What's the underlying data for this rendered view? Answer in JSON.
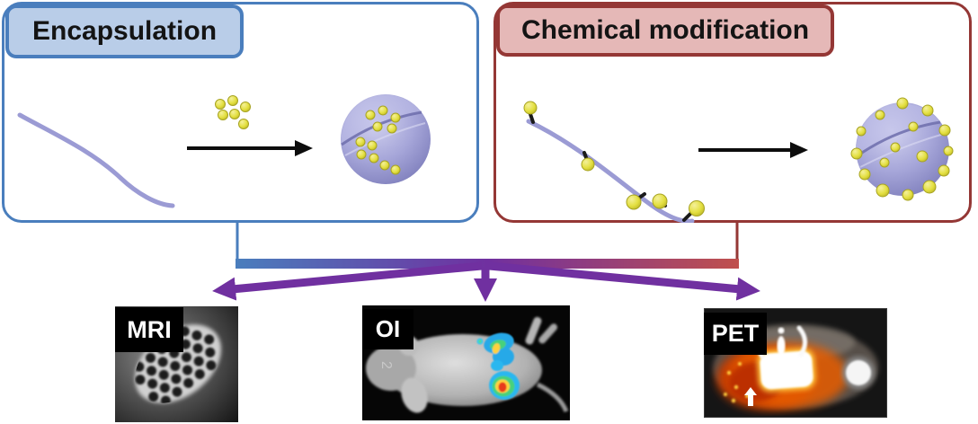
{
  "figure": {
    "panels": {
      "encapsulation": {
        "label": "Encapsulation",
        "accent": "#4a7ebd",
        "label_bg": "#b9cde8"
      },
      "chemical_modification": {
        "label": "Chemical modification",
        "accent": "#943735",
        "label_bg": "#e5b8b7"
      }
    },
    "connector": {
      "bar_gradient_left": "#4a7ebd",
      "bar_gradient_mid": "#7030a0",
      "bar_gradient_right": "#c0504d",
      "arrow_color": "#7030a0"
    },
    "modalities": {
      "mri": {
        "label": "MRI"
      },
      "oi": {
        "label": "OI",
        "scale_mark": "2"
      },
      "pet": {
        "label": "PET"
      }
    },
    "art_colors": {
      "polymer": "#9b9bd4",
      "vesicle": "#a6a6d9",
      "particle": "#e3df3f",
      "particle_edge": "#a7a322",
      "stick": "#1a1a1a",
      "reaction_arrow": "#0d0d0d"
    }
  }
}
